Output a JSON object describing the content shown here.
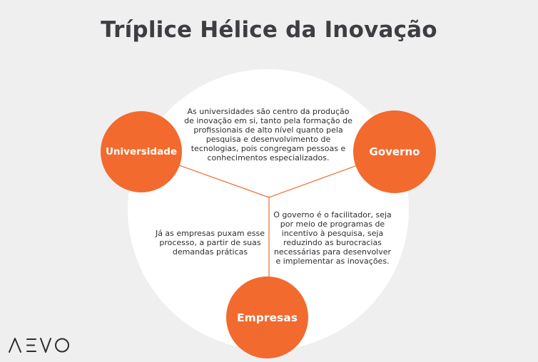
{
  "title": "Tríplice Hélice da Inovação",
  "colors": {
    "accent": "#f26a2e",
    "background": "#efefef",
    "circle": "#ffffff",
    "text": "#2e2e33"
  },
  "nodes": {
    "universidade": {
      "label": "Universidade",
      "description": "As universidades são centro da produção de inovação em si, tanto pela formação de profissionais de alto nível quanto pela pesquisa e desenvolvimento de tecnologias, pois congregam pessoas e conhecimentos especializados."
    },
    "governo": {
      "label": "Governo",
      "description": "O governo é o facilitador, seja por meio de programas de incentivo à pesquisa, seja reduzindo as burocracias necessárias para desenvolver e implementar as inovações."
    },
    "empresas": {
      "label": "Empresas",
      "description": "Já as empresas puxam esse processo, a partir de suas demandas práticas"
    }
  },
  "logo": {
    "text": "AEVO",
    "icon": "aevo-logo"
  }
}
